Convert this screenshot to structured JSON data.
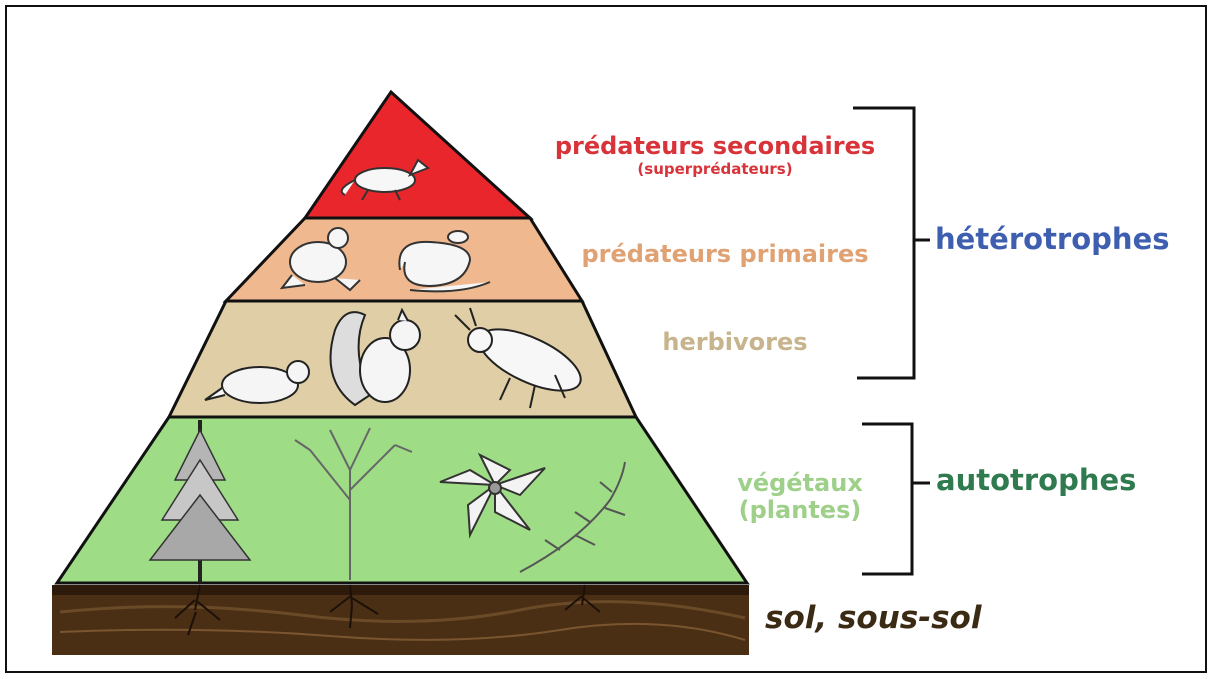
{
  "levels": {
    "secondary_predators": {
      "title": "prédateurs secondaires",
      "subtitle": "(superprédateurs)"
    },
    "primary_predators": {
      "title": "prédateurs primaires"
    },
    "herbivores": {
      "title": "herbivores"
    },
    "plants": {
      "title": "végétaux",
      "subtitle": "(plantes)"
    },
    "soil": {
      "title": "sol, sous-sol"
    }
  },
  "groups": {
    "heterotrophs": "hétérotrophes",
    "autotrophs": "autotrophes"
  },
  "colors": {
    "top_tier": "#e8262b",
    "second_tier": "#f0b88f",
    "third_tier": "#e0cfa6",
    "plant_tier": "#9fdc86",
    "soil": "#4a2f15",
    "heterotrophs_text": "#3e5fb0",
    "autotrophs_text": "#2f7a4f"
  }
}
